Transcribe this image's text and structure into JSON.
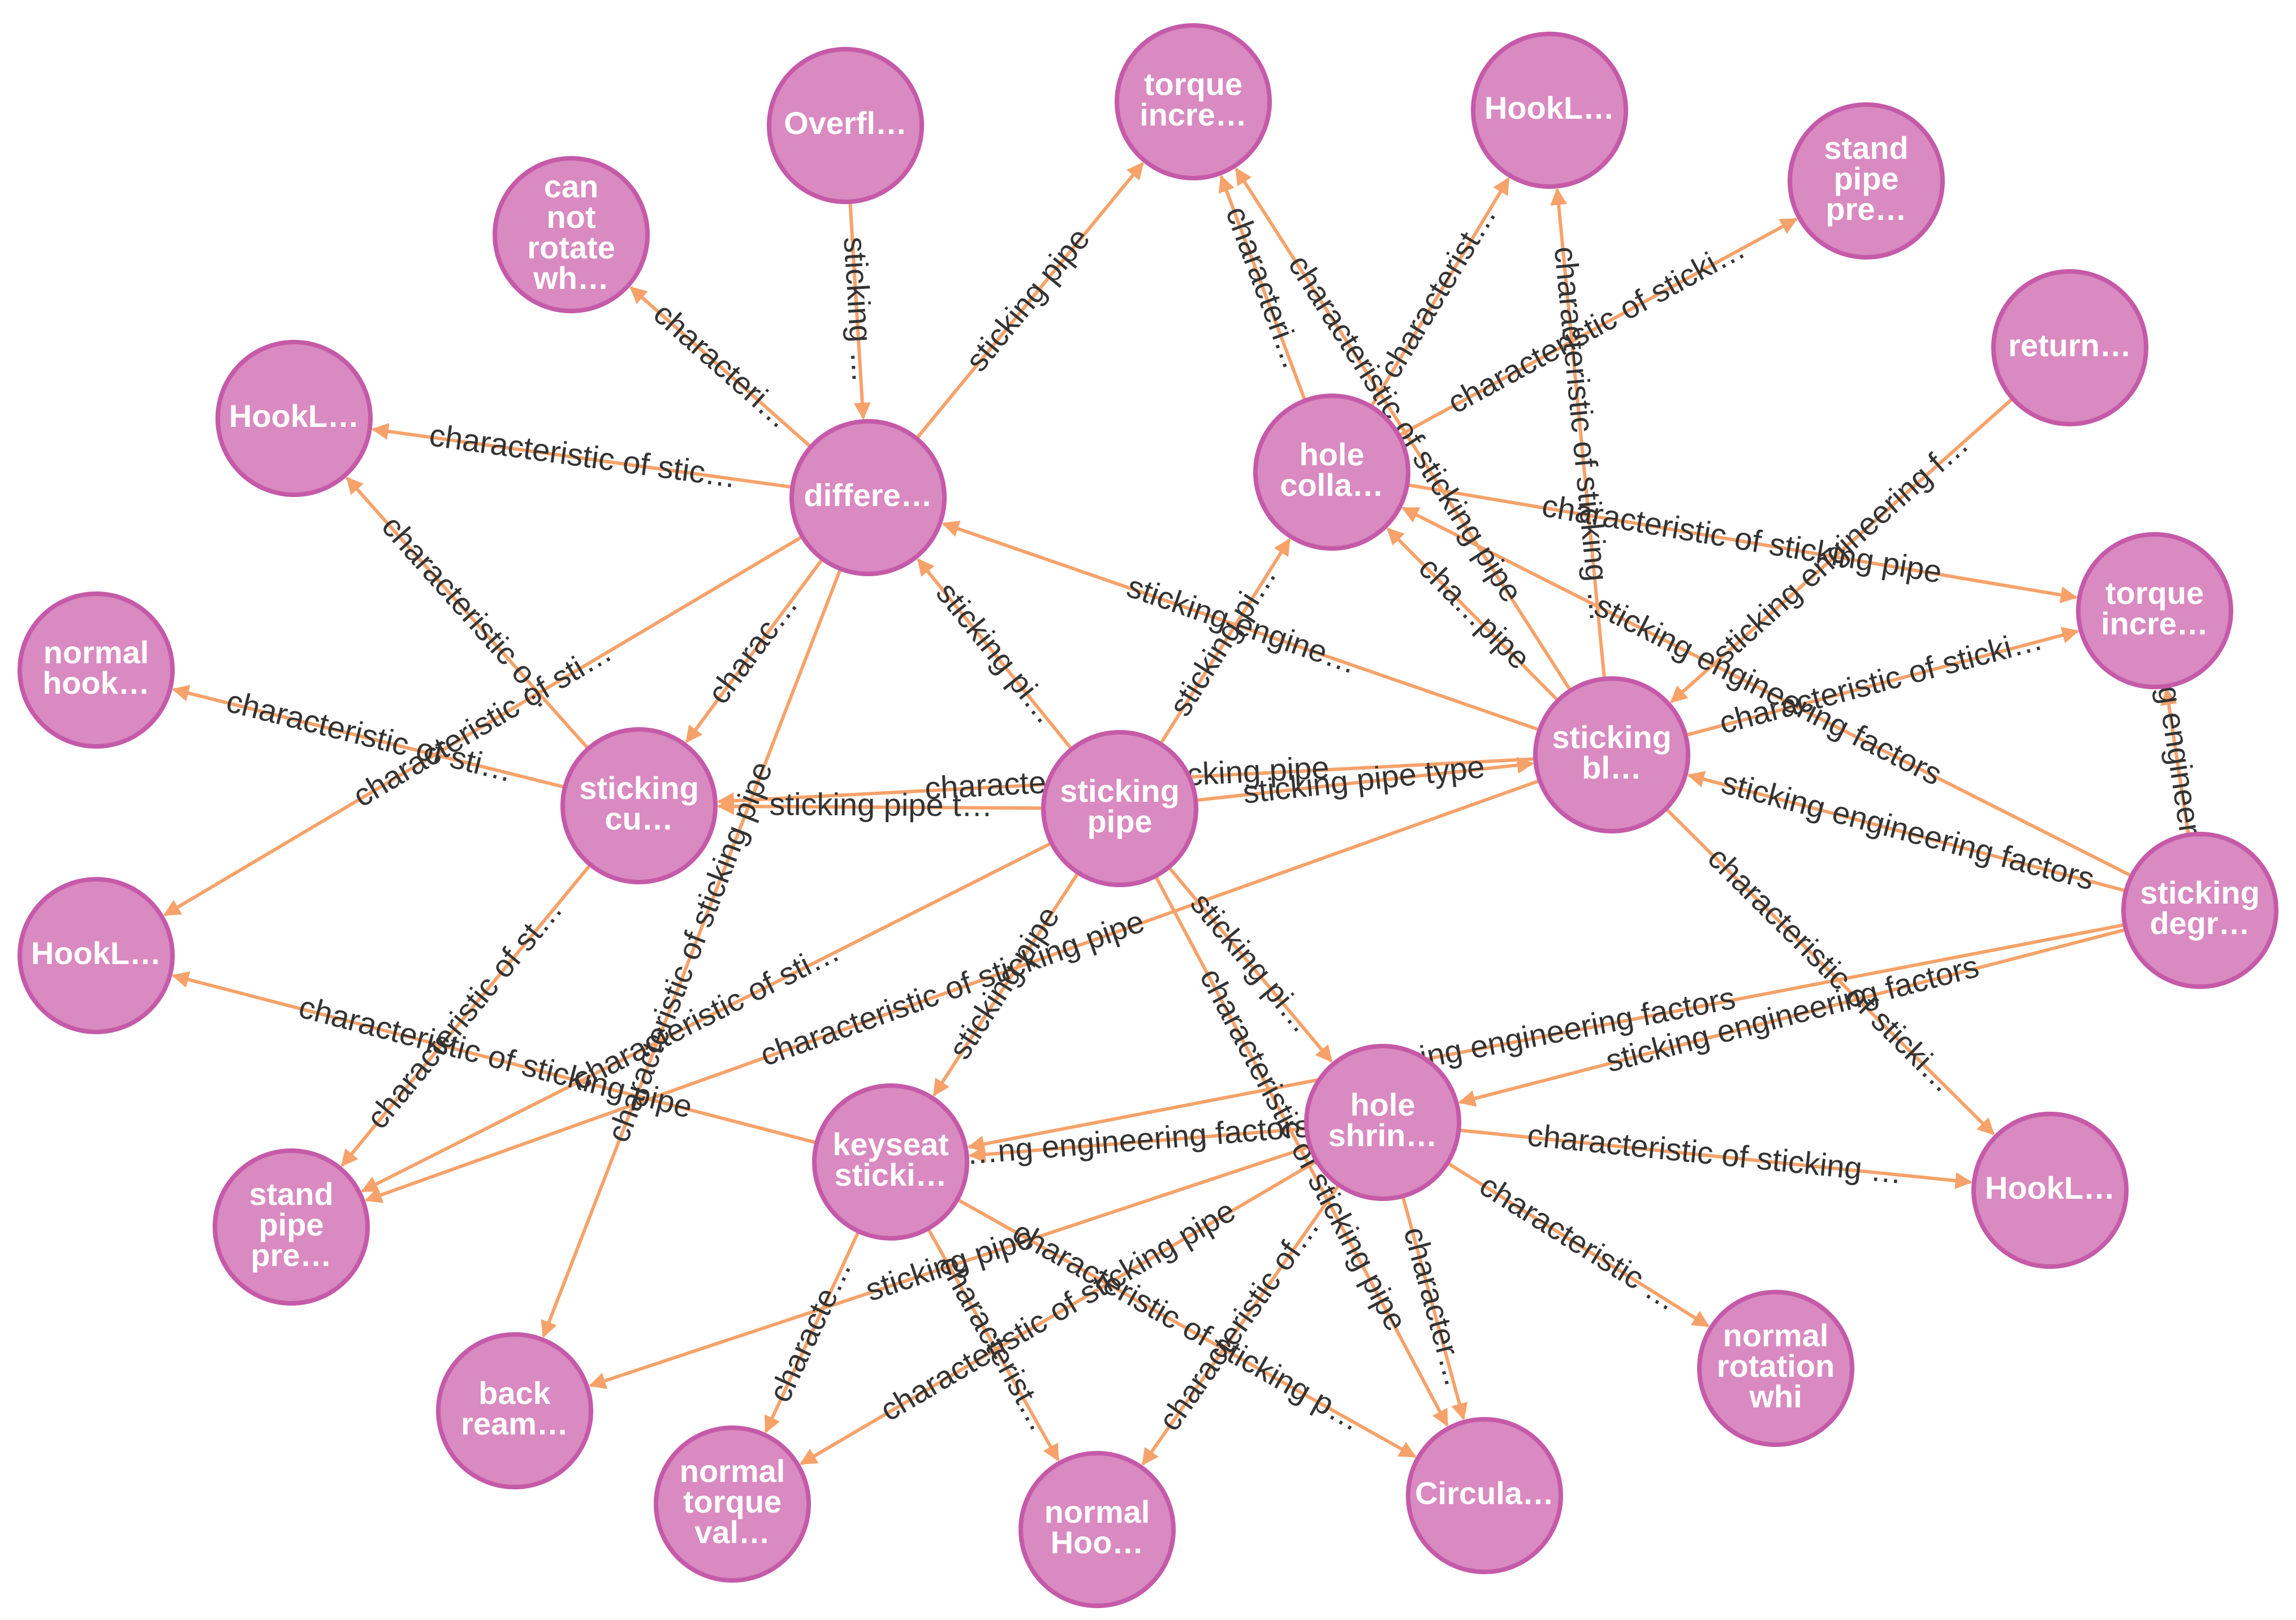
{
  "graph": {
    "colors": {
      "node_fill": "#d98ac0",
      "node_stroke": "#c55aa8",
      "edge": "#f6a26a",
      "edge_label": "#333333",
      "node_text": "#ffffff"
    },
    "nodes": [
      {
        "id": "overflow",
        "label": [
          "Overfl…"
        ]
      },
      {
        "id": "torque_top",
        "label": [
          "torque",
          "incre…"
        ]
      },
      {
        "id": "hookl_top",
        "label": [
          "HookL…"
        ]
      },
      {
        "id": "standpipe_tr",
        "label": [
          "stand",
          "pipe",
          "pre…"
        ]
      },
      {
        "id": "cannot_rotate",
        "label": [
          "can",
          "not",
          "rotate",
          "wh…"
        ]
      },
      {
        "id": "return",
        "label": [
          "return…"
        ]
      },
      {
        "id": "hookl_left1",
        "label": [
          "HookL…"
        ]
      },
      {
        "id": "differential",
        "label": [
          "differe…"
        ]
      },
      {
        "id": "hole_collapse",
        "label": [
          "hole",
          "colla…"
        ]
      },
      {
        "id": "torque_right",
        "label": [
          "torque",
          "incre…"
        ]
      },
      {
        "id": "normal_hook",
        "label": [
          "normal",
          "hook…"
        ]
      },
      {
        "id": "sticking_block",
        "label": [
          "sticking",
          "bl…"
        ]
      },
      {
        "id": "sticking_cu",
        "label": [
          "sticking",
          "cu…"
        ]
      },
      {
        "id": "sticking_pipe",
        "label": [
          "sticking",
          "pipe"
        ]
      },
      {
        "id": "sticking_degree",
        "label": [
          "sticking",
          "degr…"
        ]
      },
      {
        "id": "hookl_left2",
        "label": [
          "HookL…"
        ]
      },
      {
        "id": "hole_shrink",
        "label": [
          "hole",
          "shrin…"
        ]
      },
      {
        "id": "keyseat",
        "label": [
          "keyseat",
          "sticki…"
        ]
      },
      {
        "id": "hookl_right",
        "label": [
          "HookL…"
        ]
      },
      {
        "id": "standpipe_bl",
        "label": [
          "stand",
          "pipe",
          "pre…"
        ]
      },
      {
        "id": "normal_rotation",
        "label": [
          "normal",
          "rotation",
          "whi"
        ]
      },
      {
        "id": "back_ream",
        "label": [
          "back",
          "ream…"
        ]
      },
      {
        "id": "normal_torque",
        "label": [
          "normal",
          "torque",
          "val…"
        ]
      },
      {
        "id": "normal_hoo",
        "label": [
          "normal",
          "Hoo…"
        ]
      },
      {
        "id": "circula",
        "label": [
          "Circula…"
        ]
      }
    ],
    "edges": [
      {
        "from": "overflow",
        "to": "differential",
        "label": "sticking …"
      },
      {
        "from": "differential",
        "to": "torque_top",
        "label": "sticking pipe"
      },
      {
        "from": "differential",
        "to": "cannot_rotate",
        "label": "characteri…"
      },
      {
        "from": "differential",
        "to": "hookl_left1",
        "label": "characteristic of stic…"
      },
      {
        "from": "differential",
        "to": "hookl_left2",
        "label": "characteristic of sti…"
      },
      {
        "from": "differential",
        "to": "back_ream",
        "label": "characteristic of sticking pipe"
      },
      {
        "from": "differential",
        "to": "sticking_cu",
        "label": "charac…"
      },
      {
        "from": "sticking_pipe",
        "to": "differential",
        "label": "sticking pi…"
      },
      {
        "from": "sticking_block",
        "to": "differential",
        "label": "sticking engine…"
      },
      {
        "from": "hole_collapse",
        "to": "torque_top",
        "label": "characteri…"
      },
      {
        "from": "hole_collapse",
        "to": "hookl_top",
        "label": "characterist…"
      },
      {
        "from": "hole_collapse",
        "to": "standpipe_tr",
        "label": "characteristic of sticki…"
      },
      {
        "from": "hole_collapse",
        "to": "torque_right",
        "label": "characteristic of sticking pipe"
      },
      {
        "from": "sticking_block",
        "to": "torque_top",
        "label": "characteristic of sticking pipe"
      },
      {
        "from": "sticking_block",
        "to": "hole_collapse",
        "label": "cha…pipe"
      },
      {
        "from": "sticking_block",
        "to": "hookl_top",
        "label": "characteristic of sticking …"
      },
      {
        "from": "return",
        "to": "sticking_block",
        "label": "sticking engineering f…"
      },
      {
        "from": "sticking_block",
        "to": "torque_right",
        "label": "characteristic of sticki…"
      },
      {
        "from": "sticking_degree",
        "to": "sticking_block",
        "label": "sticking engineering factors"
      },
      {
        "from": "sticking_degree",
        "to": "hole_collapse",
        "label": "sticking engineering factors"
      },
      {
        "from": "sticking_degree",
        "to": "torque_right",
        "label": "sticking engineering f…"
      },
      {
        "from": "sticking_degree",
        "to": "hole_shrink",
        "label": "sticking engineering factors"
      },
      {
        "from": "sticking_degree",
        "to": "keyseat",
        "label": "sticking engineering factors"
      },
      {
        "from": "sticking_pipe",
        "to": "sticking_block",
        "label": "sticking pipe type"
      },
      {
        "from": "sticking_pipe",
        "to": "sticking_cu",
        "label": "sticking pipe t…"
      },
      {
        "from": "sticking_pipe",
        "to": "hole_collapse",
        "label": "sticking pi…"
      },
      {
        "from": "sticking_pipe",
        "to": "keyseat",
        "label": "sticking pipe"
      },
      {
        "from": "sticking_pipe",
        "to": "hole_shrink",
        "label": "sticking pi…"
      },
      {
        "from": "sticking_pipe",
        "to": "circula",
        "label": "characteristic of sticking pipe"
      },
      {
        "from": "sticking_block",
        "to": "hookl_right",
        "label": "characteristic of sticki…"
      },
      {
        "from": "sticking_block",
        "to": "standpipe_bl",
        "label": "characteristic of sticking pipe"
      },
      {
        "from": "sticking_block",
        "to": "sticking_cu",
        "label": "characteristic of sticking pipe"
      },
      {
        "from": "sticking_cu",
        "to": "normal_hook",
        "label": "characteristic of sti…"
      },
      {
        "from": "sticking_cu",
        "to": "standpipe_bl",
        "label": "characteristic of st…"
      },
      {
        "from": "sticking_cu",
        "to": "hookl_left1",
        "label": "characteristic o…"
      },
      {
        "from": "keyseat",
        "to": "hookl_left2",
        "label": "characteristic of sticking pipe"
      },
      {
        "from": "keyseat",
        "to": "normal_torque",
        "label": "characte…"
      },
      {
        "from": "keyseat",
        "to": "normal_hoo",
        "label": "characterist…"
      },
      {
        "from": "keyseat",
        "to": "circula",
        "label": "characteristic of sticking p…"
      },
      {
        "from": "hole_shrink",
        "to": "keyseat",
        "label": "…ng engineering factors"
      },
      {
        "from": "hole_shrink",
        "to": "hookl_right",
        "label": "characteristic of sticking …"
      },
      {
        "from": "hole_shrink",
        "to": "normal_rotation",
        "label": "characteristic …"
      },
      {
        "from": "hole_shrink",
        "to": "circula",
        "label": "character…"
      },
      {
        "from": "hole_shrink",
        "to": "normal_hoo",
        "label": "characteristic of…"
      },
      {
        "from": "hole_shrink",
        "to": "normal_torque",
        "label": "characteristic of sticking pipe"
      },
      {
        "from": "hole_shrink",
        "to": "back_ream",
        "label": "sticking pipe"
      },
      {
        "from": "sticking_pipe",
        "to": "standpipe_bl",
        "label": "characteristic of sti…"
      }
    ]
  }
}
